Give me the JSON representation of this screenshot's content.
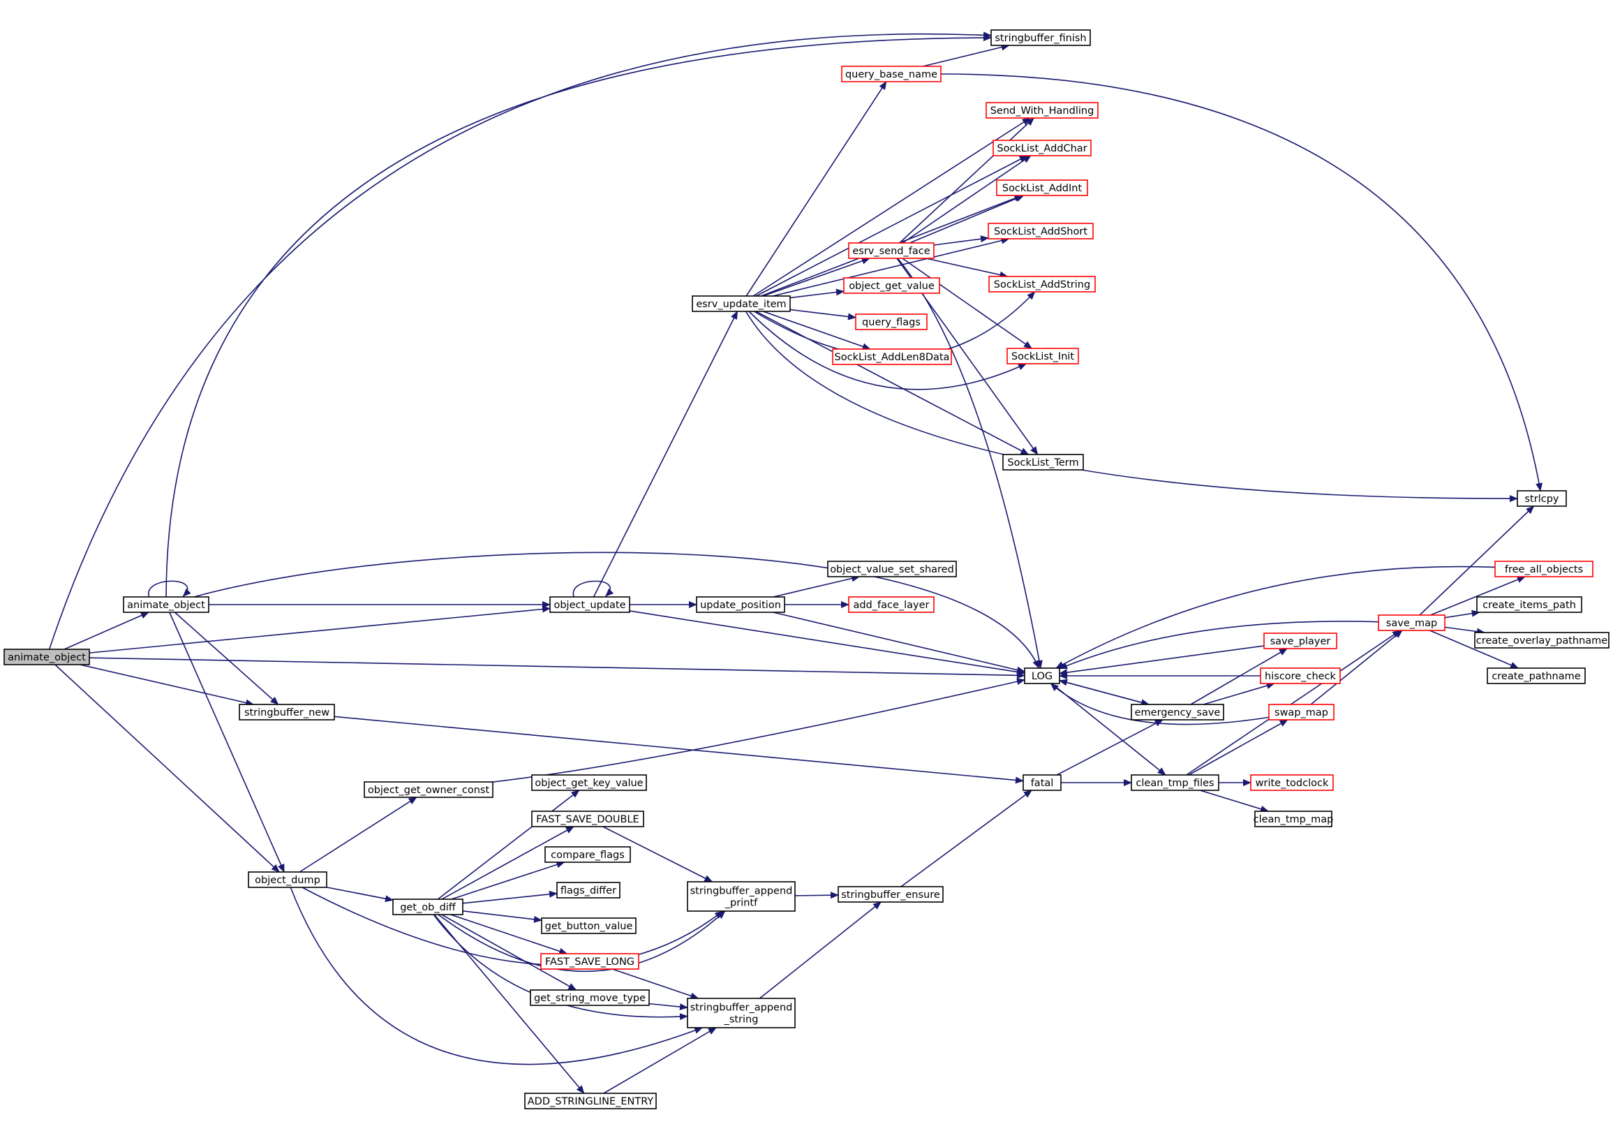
{
  "title": "",
  "colors": {
    "edge": "#191970",
    "node_border": "#000000",
    "node_border_incomplete": "#ff0000",
    "root_fill": "#bfbfbf",
    "background": "#ffffff"
  },
  "nodes": [
    {
      "id": "root",
      "label": "animate_object",
      "style": "root"
    },
    {
      "id": "animate_object",
      "label": "animate_object",
      "style": "black"
    },
    {
      "id": "stringbuffer_finish",
      "label": "stringbuffer_finish",
      "style": "black"
    },
    {
      "id": "query_base_name",
      "label": "query_base_name",
      "style": "red"
    },
    {
      "id": "send_with_handling",
      "label": "Send_With_Handling",
      "style": "red"
    },
    {
      "id": "socklist_addchar",
      "label": "SockList_AddChar",
      "style": "red"
    },
    {
      "id": "socklist_addint",
      "label": "SockList_AddInt",
      "style": "red"
    },
    {
      "id": "socklist_addshort",
      "label": "SockList_AddShort",
      "style": "red"
    },
    {
      "id": "esrv_send_face",
      "label": "esrv_send_face",
      "style": "red"
    },
    {
      "id": "object_get_value",
      "label": "object_get_value",
      "style": "red"
    },
    {
      "id": "socklist_addstring",
      "label": "SockList_AddString",
      "style": "red"
    },
    {
      "id": "esrv_update_item",
      "label": "esrv_update_item",
      "style": "black"
    },
    {
      "id": "query_flags",
      "label": "query_flags",
      "style": "red"
    },
    {
      "id": "socklist_addlen8data",
      "label": "SockList_AddLen8Data",
      "style": "red"
    },
    {
      "id": "socklist_init",
      "label": "SockList_Init",
      "style": "red"
    },
    {
      "id": "socklist_term",
      "label": "SockList_Term",
      "style": "black"
    },
    {
      "id": "strlcpy",
      "label": "strlcpy",
      "style": "black"
    },
    {
      "id": "object_value_set_shared",
      "label": "object_value_set_shared",
      "style": "black"
    },
    {
      "id": "free_all_objects",
      "label": "free_all_objects",
      "style": "red"
    },
    {
      "id": "object_update",
      "label": "object_update",
      "style": "black"
    },
    {
      "id": "update_position",
      "label": "update_position",
      "style": "black"
    },
    {
      "id": "add_face_layer",
      "label": "add_face_layer",
      "style": "red"
    },
    {
      "id": "create_items_path",
      "label": "create_items_path",
      "style": "black"
    },
    {
      "id": "save_map",
      "label": "save_map",
      "style": "red"
    },
    {
      "id": "save_player",
      "label": "save_player",
      "style": "red"
    },
    {
      "id": "create_overlay_pathname",
      "label": "create_overlay_pathname",
      "style": "black"
    },
    {
      "id": "log",
      "label": "LOG",
      "style": "black"
    },
    {
      "id": "hiscore_check",
      "label": "hiscore_check",
      "style": "red"
    },
    {
      "id": "create_pathname",
      "label": "create_pathname",
      "style": "black"
    },
    {
      "id": "stringbuffer_new",
      "label": "stringbuffer_new",
      "style": "black"
    },
    {
      "id": "emergency_save",
      "label": "emergency_save",
      "style": "black"
    },
    {
      "id": "swap_map",
      "label": "swap_map",
      "style": "red"
    },
    {
      "id": "fatal",
      "label": "fatal",
      "style": "black"
    },
    {
      "id": "clean_tmp_files",
      "label": "clean_tmp_files",
      "style": "black"
    },
    {
      "id": "write_todclock",
      "label": "write_todclock",
      "style": "red"
    },
    {
      "id": "object_get_owner_const",
      "label": "object_get_owner_const",
      "style": "black"
    },
    {
      "id": "object_get_key_value",
      "label": "object_get_key_value",
      "style": "black"
    },
    {
      "id": "clean_tmp_map",
      "label": "clean_tmp_map",
      "style": "black"
    },
    {
      "id": "fast_save_double",
      "label": "FAST_SAVE_DOUBLE",
      "style": "black"
    },
    {
      "id": "compare_flags",
      "label": "compare_flags",
      "style": "black"
    },
    {
      "id": "object_dump",
      "label": "object_dump",
      "style": "black"
    },
    {
      "id": "flags_differ",
      "label": "flags_differ",
      "style": "black"
    },
    {
      "id": "stringbuffer_append_printf",
      "label": "stringbuffer_append\n_printf",
      "style": "black"
    },
    {
      "id": "stringbuffer_ensure",
      "label": "stringbuffer_ensure",
      "style": "black"
    },
    {
      "id": "get_ob_diff",
      "label": "get_ob_diff",
      "style": "black"
    },
    {
      "id": "get_button_value",
      "label": "get_button_value",
      "style": "black"
    },
    {
      "id": "fast_save_long",
      "label": "FAST_SAVE_LONG",
      "style": "red"
    },
    {
      "id": "get_string_move_type",
      "label": "get_string_move_type",
      "style": "black"
    },
    {
      "id": "stringbuffer_append_string",
      "label": "stringbuffer_append\n_string",
      "style": "black"
    },
    {
      "id": "add_stringline_entry",
      "label": "ADD_STRINGLINE_ENTRY",
      "style": "black"
    }
  ],
  "edges": [
    [
      "root",
      "stringbuffer_finish"
    ],
    [
      "root",
      "animate_object"
    ],
    [
      "root",
      "object_update"
    ],
    [
      "root",
      "log"
    ],
    [
      "root",
      "stringbuffer_new"
    ],
    [
      "root",
      "object_dump"
    ],
    [
      "animate_object",
      "animate_object"
    ],
    [
      "animate_object",
      "stringbuffer_finish"
    ],
    [
      "animate_object",
      "object_update"
    ],
    [
      "animate_object",
      "log"
    ],
    [
      "animate_object",
      "stringbuffer_new"
    ],
    [
      "animate_object",
      "object_dump"
    ],
    [
      "object_update",
      "object_update"
    ],
    [
      "object_update",
      "esrv_update_item"
    ],
    [
      "object_update",
      "update_position"
    ],
    [
      "object_update",
      "log"
    ],
    [
      "esrv_update_item",
      "query_base_name"
    ],
    [
      "esrv_update_item",
      "send_with_handling"
    ],
    [
      "esrv_update_item",
      "socklist_addchar"
    ],
    [
      "esrv_update_item",
      "socklist_addint"
    ],
    [
      "esrv_update_item",
      "socklist_addshort"
    ],
    [
      "esrv_update_item",
      "esrv_send_face"
    ],
    [
      "esrv_update_item",
      "object_get_value"
    ],
    [
      "esrv_update_item",
      "query_flags"
    ],
    [
      "esrv_update_item",
      "socklist_addlen8data"
    ],
    [
      "esrv_update_item",
      "socklist_addstring"
    ],
    [
      "esrv_update_item",
      "socklist_init"
    ],
    [
      "esrv_update_item",
      "socklist_term"
    ],
    [
      "esrv_update_item",
      "strlcpy"
    ],
    [
      "query_base_name",
      "stringbuffer_finish"
    ],
    [
      "query_base_name",
      "strlcpy"
    ],
    [
      "esrv_send_face",
      "send_with_handling"
    ],
    [
      "esrv_send_face",
      "socklist_addchar"
    ],
    [
      "esrv_send_face",
      "socklist_addint"
    ],
    [
      "esrv_send_face",
      "socklist_addshort"
    ],
    [
      "esrv_send_face",
      "socklist_addstring"
    ],
    [
      "esrv_send_face",
      "socklist_init"
    ],
    [
      "esrv_send_face",
      "socklist_term"
    ],
    [
      "esrv_send_face",
      "log"
    ],
    [
      "update_position",
      "object_value_set_shared"
    ],
    [
      "update_position",
      "add_face_layer"
    ],
    [
      "update_position",
      "log"
    ],
    [
      "log",
      "emergency_save"
    ],
    [
      "log",
      "clean_tmp_files"
    ],
    [
      "emergency_save",
      "log"
    ],
    [
      "emergency_save",
      "save_player"
    ],
    [
      "emergency_save",
      "hiscore_check"
    ],
    [
      "save_player",
      "log"
    ],
    [
      "hiscore_check",
      "log"
    ],
    [
      "swap_map",
      "log"
    ],
    [
      "swap_map",
      "save_map"
    ],
    [
      "save_map",
      "log"
    ],
    [
      "save_map",
      "strlcpy"
    ],
    [
      "save_map",
      "free_all_objects"
    ],
    [
      "save_map",
      "create_items_path"
    ],
    [
      "save_map",
      "create_overlay_pathname"
    ],
    [
      "save_map",
      "create_pathname"
    ],
    [
      "free_all_objects",
      "log"
    ],
    [
      "fatal",
      "emergency_save"
    ],
    [
      "fatal",
      "clean_tmp_files"
    ],
    [
      "clean_tmp_files",
      "swap_map"
    ],
    [
      "clean_tmp_files",
      "save_map"
    ],
    [
      "clean_tmp_files",
      "write_todclock"
    ],
    [
      "clean_tmp_files",
      "clean_tmp_map"
    ],
    [
      "stringbuffer_new",
      "fatal"
    ],
    [
      "object_dump",
      "object_get_owner_const"
    ],
    [
      "object_dump",
      "get_ob_diff"
    ],
    [
      "object_dump",
      "stringbuffer_append_string"
    ],
    [
      "object_dump",
      "stringbuffer_append_printf"
    ],
    [
      "object_get_owner_const",
      "log"
    ],
    [
      "get_ob_diff",
      "object_get_key_value"
    ],
    [
      "get_ob_diff",
      "fast_save_double"
    ],
    [
      "get_ob_diff",
      "compare_flags"
    ],
    [
      "get_ob_diff",
      "flags_differ"
    ],
    [
      "get_ob_diff",
      "get_button_value"
    ],
    [
      "get_ob_diff",
      "fast_save_long"
    ],
    [
      "get_ob_diff",
      "get_string_move_type"
    ],
    [
      "get_ob_diff",
      "stringbuffer_append_string"
    ],
    [
      "get_ob_diff",
      "add_stringline_entry"
    ],
    [
      "get_ob_diff",
      "stringbuffer_append_printf"
    ],
    [
      "fast_save_double",
      "stringbuffer_append_printf"
    ],
    [
      "fast_save_long",
      "stringbuffer_append_string"
    ],
    [
      "get_string_move_type",
      "stringbuffer_append_string"
    ],
    [
      "add_stringline_entry",
      "stringbuffer_append_string"
    ],
    [
      "stringbuffer_append_printf",
      "stringbuffer_ensure"
    ],
    [
      "stringbuffer_append_string",
      "stringbuffer_ensure"
    ],
    [
      "stringbuffer_ensure",
      "fatal"
    ]
  ]
}
